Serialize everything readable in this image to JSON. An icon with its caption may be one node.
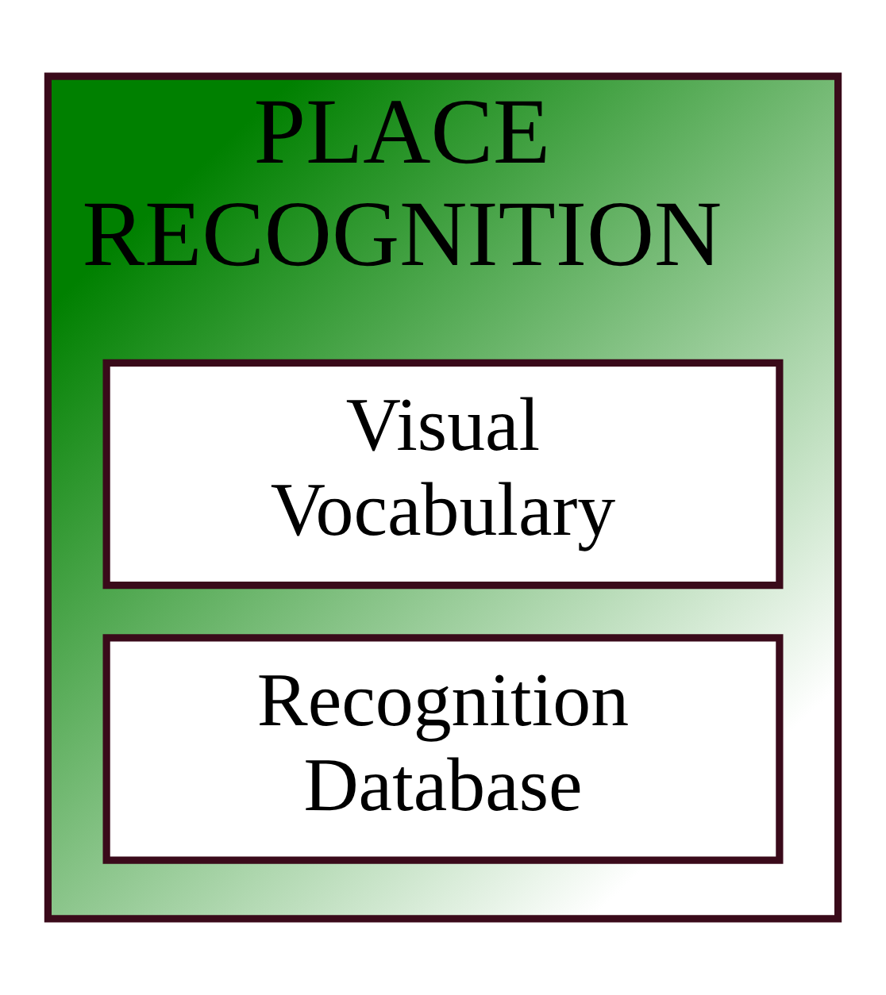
{
  "diagram": {
    "nodes": [
      {
        "text": [
          "PLACE RECOGNITION"
        ]
      },
      {
        "text": [
          "Visual Vocabulary"
        ],
        "in": 0
      },
      {
        "text": [
          "Recognition Database"
        ],
        "in": 0
      }
    ]
  }
}
